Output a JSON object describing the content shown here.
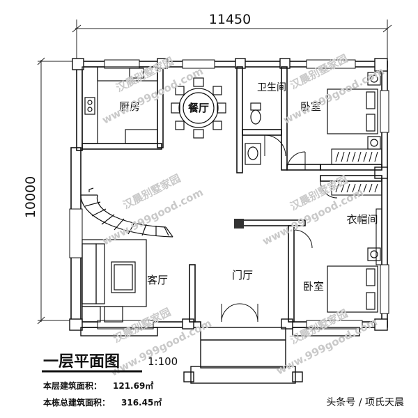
{
  "dimensions": {
    "width_label": "11450",
    "height_label": "10000"
  },
  "rooms": {
    "kitchen": "厨房",
    "dining": "餐厅",
    "bathroom": "卫生间",
    "bedroom_north": "卧室",
    "closet": "衣帽间",
    "living": "客厅",
    "foyer": "门厅",
    "bedroom_south": "卧室"
  },
  "title": {
    "text": "一层平面图",
    "scale": "1:100"
  },
  "areas": {
    "floor_label": "本层建筑面积：",
    "floor_value": "121.69㎡",
    "total_label": "本栋总建筑面积：",
    "total_value": "316.45㎡"
  },
  "watermark": {
    "name": "汉晨别墅家园",
    "url": "www.999good.com"
  },
  "credit": "头条号 / 项氏天晨"
}
